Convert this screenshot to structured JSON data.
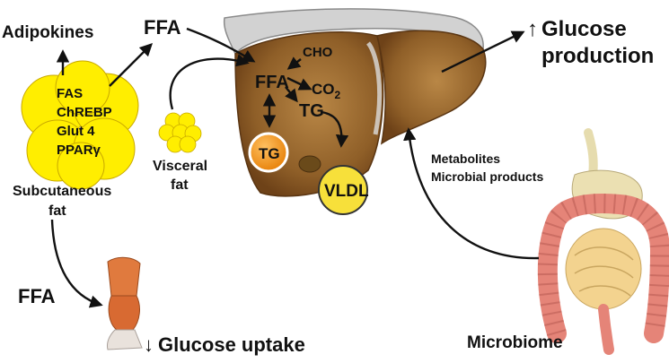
{
  "labels": {
    "adipokines": "Adipokines",
    "ffa_top": "FFA",
    "ffa_liver": "FFA",
    "ffa_bottom": "FFA",
    "cho": "CHO",
    "co2_main": "CO",
    "co2_sub": "2",
    "tg_inner": "TG",
    "tg_droplet": "TG",
    "vldl": "VLDL",
    "glucose_production_arrow": "↑",
    "glucose_production_line1": "Glucose",
    "glucose_production_line2": "production",
    "glucose_uptake_arrow": "↓",
    "glucose_uptake": "Glucose uptake",
    "visceral_line1": "Visceral",
    "visceral_line2": "fat",
    "subcutaneous_line1": "Subcutaneous",
    "subcutaneous_line2": "fat",
    "metabolites": "Metabolites",
    "microbial_products": "Microbial products",
    "microbiome": "Microbiome"
  },
  "adipocyte_markers": [
    "FAS",
    "ChREBP",
    "Glut 4",
    "PPARγ"
  ],
  "colors": {
    "fat_yellow": "#ffee00",
    "fat_stroke": "#c8a800",
    "liver_brown": "#9c6a2e",
    "liver_shade": "#6e4218",
    "capsule_grey": "#c9c9c9",
    "tg_orange": "#f39a1e",
    "vldl_yellow": "#f7e03a",
    "stomach": "#e9dfb3",
    "colon": "#e88a80",
    "small_intestine": "#f3d693",
    "muscle": "#e07a3e"
  }
}
